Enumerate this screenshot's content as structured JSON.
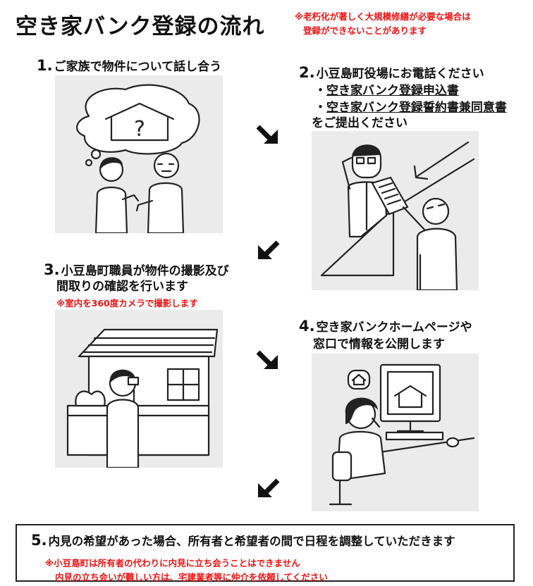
{
  "title": "空き家バンク登録の流れ",
  "top_note": {
    "line1": "※老朽化が著しく大規模修繕が必要な場合は",
    "line2": "登録ができないことがあります"
  },
  "steps": [
    {
      "num": "1.",
      "text": "ご家族で物件について話し合う"
    },
    {
      "num": "2.",
      "text": "小豆島町役場にお電話ください",
      "bullets": [
        "・空き家バンク登録申込書",
        "・空き家バンク登録誓約書兼同意書"
      ],
      "bullet_prefix": "・",
      "bullet_items": [
        "空き家バンク登録申込書",
        "空き家バンク登録誓約書兼同意書"
      ],
      "tail": "をご提出ください"
    },
    {
      "num": "3.",
      "line1": "小豆島町職員が物件の撮影及び",
      "line2": "間取りの確認を行います",
      "note": "※室内を360度カメラで撮影します"
    },
    {
      "num": "4.",
      "line1": "空き家バンクホームページや",
      "line2": "窓口で情報を公開します"
    },
    {
      "num": "5.",
      "text": "内見の希望があった場合、所有者と希望者の間で日程を調整していただきます",
      "note1": "※小豆島町は所有者の代わりに内見に立ち会うことはできません",
      "note2": "内見の立ち会いが難しい方は、宅建業者等に仲介を依頼してください"
    }
  ],
  "icons": {
    "question": "?",
    "arrow": "down-diagonal-arrow-icon"
  },
  "colors": {
    "accent_red": "#ee1111",
    "panel_bg": "#ebebeb"
  }
}
